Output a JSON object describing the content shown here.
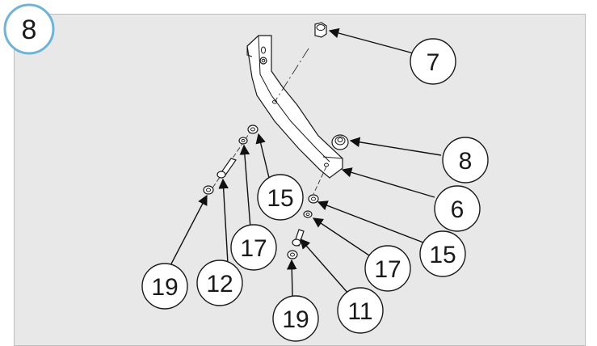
{
  "step": {
    "number": "8",
    "badge_color": "#6fb3d6"
  },
  "colors": {
    "panel": "#e8e8e8",
    "ink": "#1a1a1a"
  },
  "callouts": [
    {
      "id": "c7",
      "label": "7"
    },
    {
      "id": "c8",
      "label": "8"
    },
    {
      "id": "c6",
      "label": "6"
    },
    {
      "id": "c15a",
      "label": "15"
    },
    {
      "id": "c15b",
      "label": "15"
    },
    {
      "id": "c17a",
      "label": "17"
    },
    {
      "id": "c17b",
      "label": "17"
    },
    {
      "id": "c19a",
      "label": "19"
    },
    {
      "id": "c12",
      "label": "12"
    },
    {
      "id": "c11",
      "label": "11"
    },
    {
      "id": "c19b",
      "label": "19"
    }
  ]
}
